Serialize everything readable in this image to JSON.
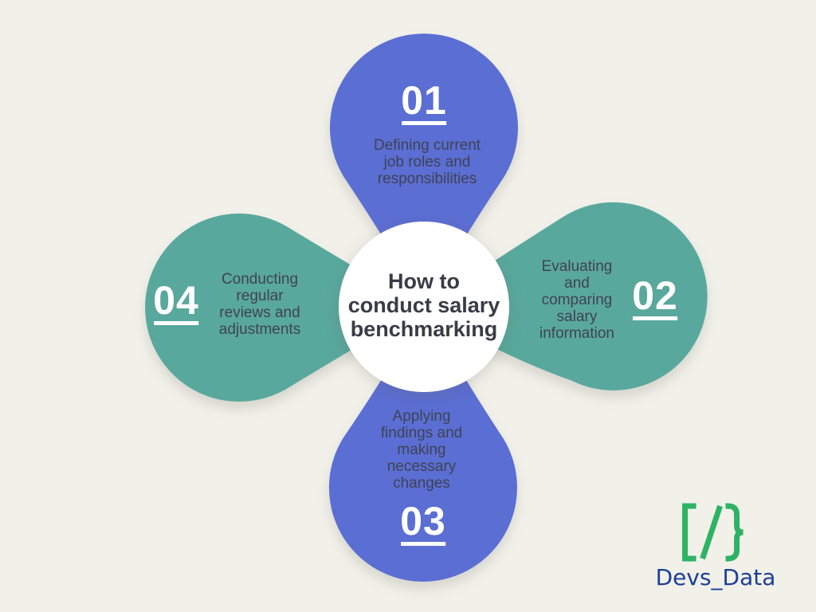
{
  "colors": {
    "background": "#f1f1ea",
    "blue_petal": "#5b6ed3",
    "teal_petal": "#59a89d",
    "hub_white": "#ffffff",
    "body_text": "#3f4254",
    "title_text": "#3a3b45",
    "number_text": "#ffffff"
  },
  "center": {
    "title": "How to\nconduct salary\nbenchmarking"
  },
  "steps": [
    {
      "number": "01",
      "label": "Defining current\njob roles and\nresponsibilities",
      "color": "#5b6ed3",
      "position": "top"
    },
    {
      "number": "02",
      "label": "Evaluating\nand\ncomparing\nsalary\ninformation",
      "color": "#59a89d",
      "position": "right"
    },
    {
      "number": "03",
      "label": "Applying\nfindings and\nmaking\nnecessary\nchanges",
      "color": "#5b6ed3",
      "position": "bottom"
    },
    {
      "number": "04",
      "label": "Conducting\nregular\nreviews and\nadjustments",
      "color": "#59a89d",
      "position": "left"
    }
  ],
  "logo": {
    "brand": "Devs_Data",
    "icon": "code-bracket-slash-brace-icon",
    "green": "#2db364",
    "blue": "#1d3f96"
  }
}
